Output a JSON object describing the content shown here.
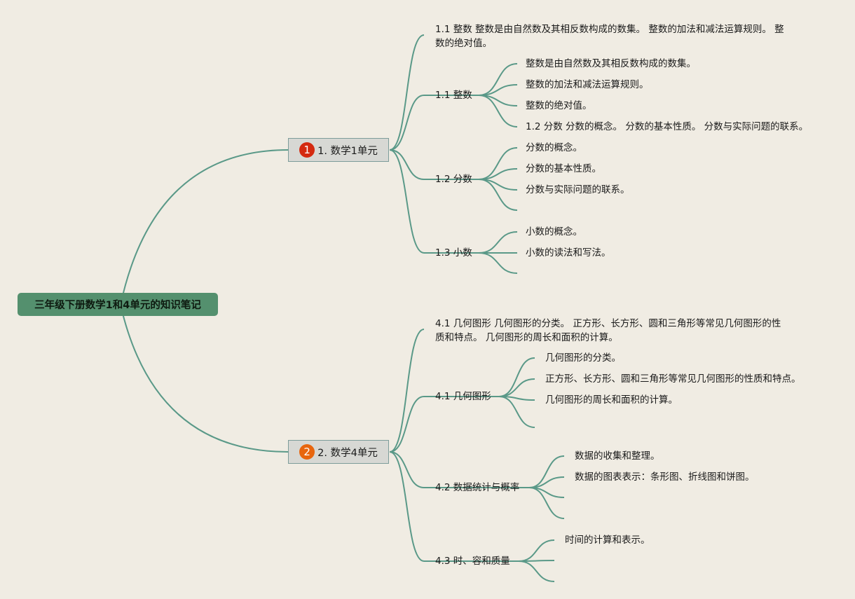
{
  "root": {
    "label": "三年级下册数学1和4单元的知识笔记"
  },
  "colors": {
    "background": "#f0ece3",
    "line": "#5a9988",
    "root": "#54906e",
    "badge1": "#d42a10",
    "badge2": "#e8660e"
  },
  "branches": [
    {
      "number": "1",
      "label": "1. 数学1单元",
      "summary": "1.1 整数 整数是由自然数及其相反数构成的数集。 整数的加法和减法运算规则。 整数的绝对值。",
      "topics": [
        {
          "label": "1.1 整数",
          "items": [
            "整数是由自然数及其相反数构成的数集。",
            "整数的加法和减法运算规则。",
            "整数的绝对值。",
            "1.2 分数 分数的概念。 分数的基本性质。 分数与实际问题的联系。"
          ]
        },
        {
          "label": "1.2 分数",
          "items": [
            "分数的概念。",
            "分数的基本性质。",
            "分数与实际问题的联系。",
            ""
          ]
        },
        {
          "label": "1.3 小数",
          "items": [
            "小数的概念。",
            "小数的读法和写法。",
            ""
          ]
        }
      ]
    },
    {
      "number": "2",
      "label": "2. 数学4单元",
      "summary": "4.1 几何图形 几何图形的分类。 正方形、长方形、圆和三角形等常见几何图形的性质和特点。 几何图形的周长和面积的计算。",
      "topics": [
        {
          "label": "4.1 几何图形",
          "items": [
            "几何图形的分类。",
            "正方形、长方形、圆和三角形等常见几何图形的性质和特点。",
            "几何图形的周长和面积的计算。",
            ""
          ]
        },
        {
          "label": "4.2 数据统计与概率",
          "items": [
            "数据的收集和整理。",
            "数据的图表表示：条形图、折线图和饼图。",
            "",
            ""
          ]
        },
        {
          "label": "4.3 时、容和质量",
          "items": [
            "时间的计算和表示。",
            "",
            ""
          ]
        }
      ]
    }
  ]
}
